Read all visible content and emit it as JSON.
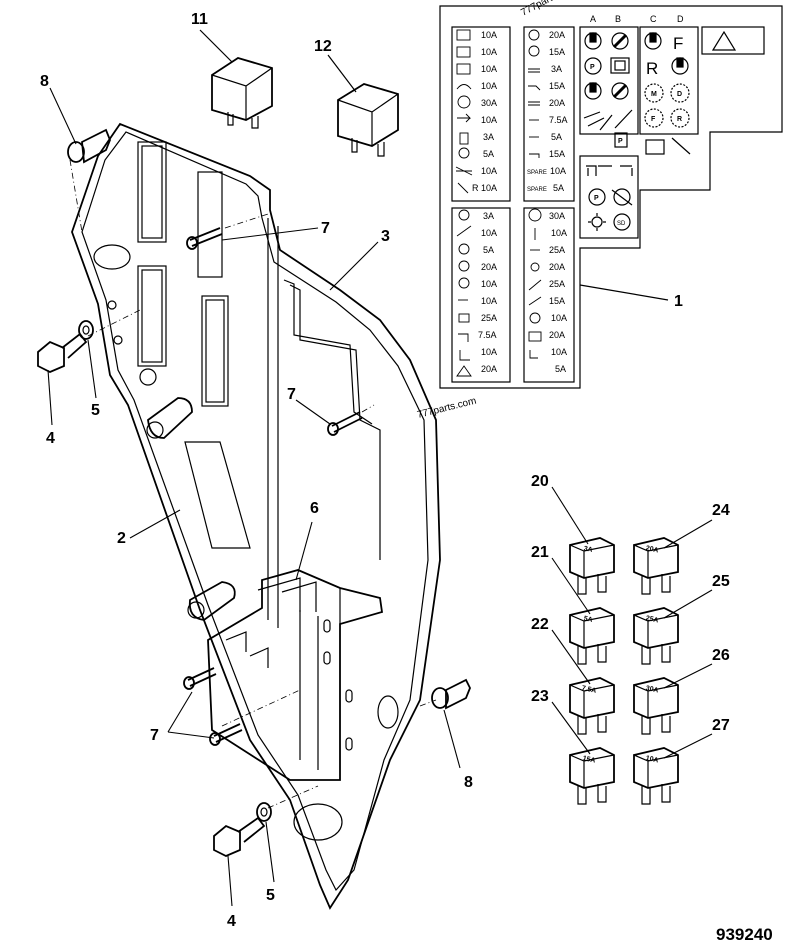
{
  "drawing_number": "939240",
  "watermark": "777parts.com",
  "callouts": {
    "c1": "1",
    "c2": "2",
    "c3": "3",
    "c4a": "4",
    "c4b": "4",
    "c5a": "5",
    "c5b": "5",
    "c6": "6",
    "c7a": "7",
    "c7b": "7",
    "c7c": "7",
    "c8a": "8",
    "c8b": "8",
    "c11": "11",
    "c12": "12",
    "c20": "20",
    "c21": "21",
    "c22": "22",
    "c23": "23",
    "c24": "24",
    "c25": "25",
    "c26": "26",
    "c27": "27"
  },
  "fuse_labels": {
    "col1": [
      "10A",
      "10A",
      "10A",
      "10A",
      "30A",
      "10A",
      "3A",
      "5A",
      "10A",
      "10A"
    ],
    "col2": [
      "20A",
      "15A",
      "3A",
      "15A",
      "20A",
      "7.5A",
      "5A",
      "15A",
      "10A",
      "5A"
    ],
    "col2_prefix": [
      "",
      "",
      "",
      "",
      "",
      "",
      "",
      "",
      "SPARE",
      ""
    ],
    "col1_prefix": [
      "",
      "",
      "",
      "",
      "",
      "",
      "",
      "",
      "",
      "R"
    ],
    "col3": [
      "3A",
      "10A",
      "5A",
      "20A",
      "10A",
      "10A",
      "25A",
      "7.5A",
      "10A",
      "20A"
    ],
    "col4": [
      "30A",
      "10A",
      "25A",
      "20A",
      "25A",
      "15A",
      "10A",
      "20A",
      "10A",
      "5A"
    ],
    "col4_prefix": [
      "",
      "",
      "",
      "",
      "",
      "",
      "",
      "",
      "",
      "SPARE"
    ]
  },
  "relay_columns": [
    "A",
    "B",
    "C",
    "D"
  ],
  "relay_letters": {
    "f": "F",
    "r": "R",
    "p1": "P",
    "p2": "P",
    "d": "D",
    "f2": "F",
    "r2": "R",
    "p3": "P",
    "sd": "SD",
    "m": "M"
  },
  "blade_fuses": {
    "f20": "3A",
    "f21": "5A",
    "f22": "7.5A",
    "f23": "15A",
    "f24": "20A",
    "f25": "25A",
    "f26": "30A",
    "f27": "10A"
  }
}
